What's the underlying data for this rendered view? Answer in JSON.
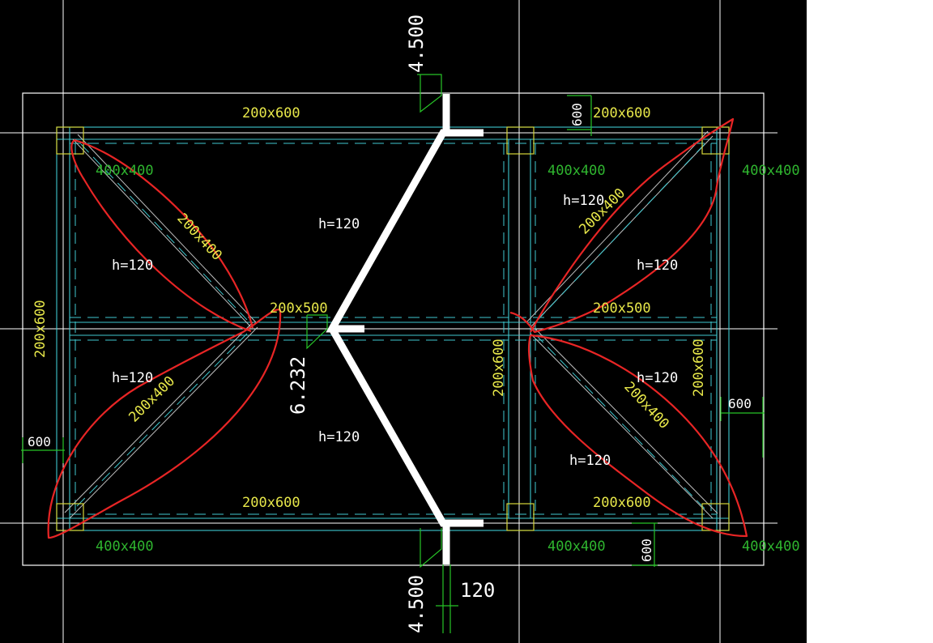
{
  "colors": {
    "background": "#000000",
    "outline": "#ffffff",
    "cyan": "#3fc8cf",
    "yellow_text": "#e8e84a",
    "green_text": "#2fb52f",
    "green_line": "#27c427",
    "white_text": "#ffffff",
    "red_markup": "#e82525",
    "column_yellow": "#d6d63a"
  },
  "labels": {
    "beam_top_left": "200x600",
    "beam_top_right": "200x600",
    "beam_bottom_left": "200x600",
    "beam_bottom_right": "200x600",
    "beam_left_vertical": "200x600",
    "beam_mid_vertical": "200x600",
    "beam_right_vertical": "200x600",
    "beam_mid_left": "200x500",
    "beam_mid_right": "200x500",
    "diag_upper_left": "200x400",
    "diag_lower_left": "200x400",
    "diag_upper_right": "200x400",
    "diag_lower_right": "200x400",
    "col_top_left": "400x400",
    "col_top_mid": "400x400",
    "col_top_right": "400x400",
    "col_bottom_left": "400x400",
    "col_bottom_mid": "400x400",
    "col_bottom_right": "400x400",
    "slab_upper_left": "h=120",
    "slab_lower_left": "h=120",
    "slab_center_top": "h=120",
    "slab_center_bottom": "h=120",
    "slab_upper_right_a": "h=120",
    "slab_upper_right_b": "h=120",
    "slab_lower_right_a": "h=120",
    "slab_lower_right_b": "h=120",
    "elev_top": "4.500",
    "elev_bottom": "4.500",
    "elev_mid": "6.232",
    "dim_top": "600",
    "dim_bottom": "600",
    "dim_left": "600",
    "dim_right": "600",
    "dim_thickness": "120"
  }
}
